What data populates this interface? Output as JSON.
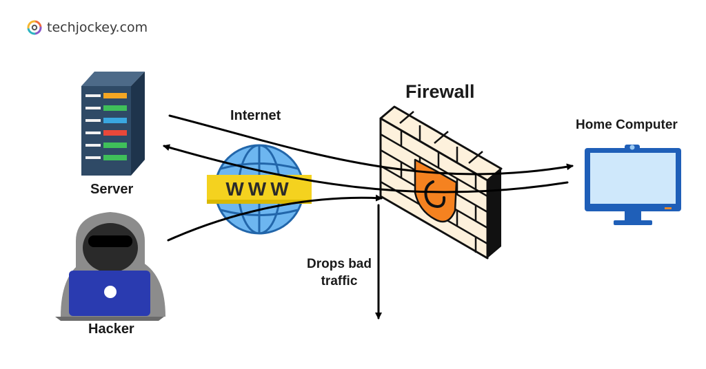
{
  "brand": {
    "name": "techjockey.com"
  },
  "labels": {
    "internet": "Internet",
    "www": "WWW",
    "firewall": "Firewall",
    "home_computer": "Home Computer",
    "server": "Server",
    "hacker": "Hacker",
    "drops_line1": "Drops bad",
    "drops_line2": "traffic"
  },
  "colors": {
    "server_body": "#2f4a66",
    "globe": "#6db6f0",
    "www_banner": "#f4d21f",
    "firewall_brick": "#fdf1dc",
    "shield": "#f58220",
    "monitor": "#1f5fb8",
    "screen": "#cfe8fb",
    "hacker_hood": "#8c8c8c",
    "laptop": "#2a3bb0"
  }
}
